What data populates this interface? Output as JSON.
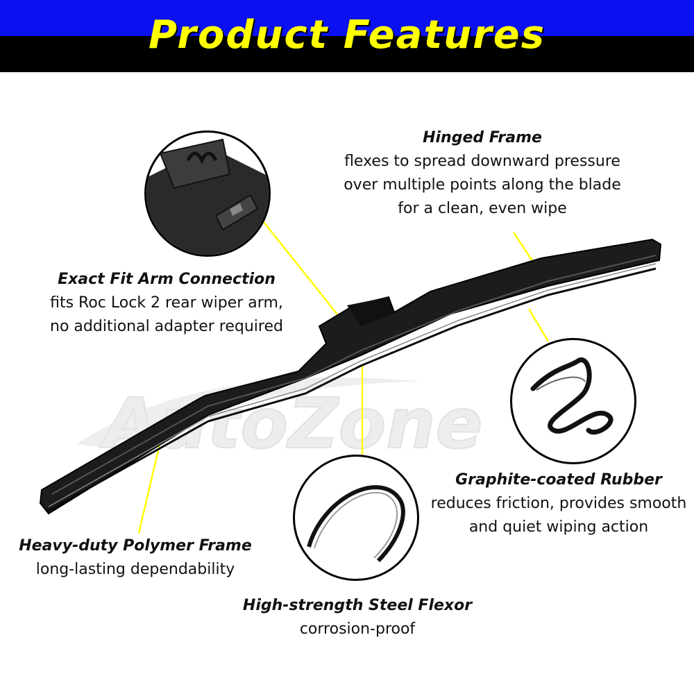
{
  "banner": {
    "title": "Product Features"
  },
  "watermark": {
    "brand": "AutoZone"
  },
  "callouts": {
    "hinged_frame": {
      "title": "Hinged Frame",
      "description": "flexes to spread downward pressure\nover multiple points along the blade\nfor a clean, even wipe"
    },
    "exact_fit": {
      "title": "Exact Fit Arm Connection",
      "description": "fits Roc Lock 2 rear wiper arm,\nno additional adapter required"
    },
    "graphite_rubber": {
      "title": "Graphite-coated Rubber",
      "description": "reduces friction, provides smooth\nand quiet wiping action"
    },
    "polymer_frame": {
      "title": "Heavy-duty Polymer Frame",
      "description": "long-lasting dependability"
    },
    "steel_flexor": {
      "title": "High-strength Steel Flexor",
      "description": "corrosion-proof"
    }
  },
  "colors": {
    "banner_blue": "#0a10f0",
    "banner_black": "#000000",
    "title_yellow": "#ffff00",
    "leader_yellow": "#ffff00"
  }
}
